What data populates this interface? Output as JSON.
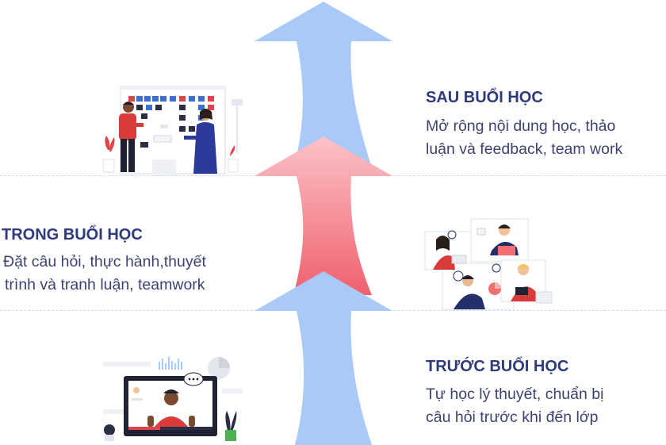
{
  "stages": {
    "after": {
      "title": "SAU BUỔI HỌC",
      "line1": "Mở rộng nội dung học, thảo",
      "line2": "luận và feedback, team work"
    },
    "during": {
      "title": "TRONG BUỔI HỌC",
      "line1": "Đặt câu hỏi, thực hành,thuyết",
      "line2": "trình và tranh luận, teamwork"
    },
    "before": {
      "title": "TRƯỚC BUỔI HỌC",
      "line1": "Tự học lý thuyết, chuẩn bị",
      "line2": "câu hỏi trước khi đến lớp"
    }
  },
  "colors": {
    "blue_arrow": "#a9c9f7",
    "red_arrow_top": "#f7a9b0",
    "red_arrow_bottom": "#f26f7d",
    "title": "#2f3a7a",
    "text": "#3d4370",
    "divider": "#c9dcf0",
    "accent_red": "#d93a3a",
    "accent_navy": "#25306b"
  },
  "icons": {
    "top_illustration": "whiteboard-teamwork-illustration",
    "middle_illustration": "online-discussion-illustration",
    "bottom_illustration": "video-lecture-illustration"
  }
}
